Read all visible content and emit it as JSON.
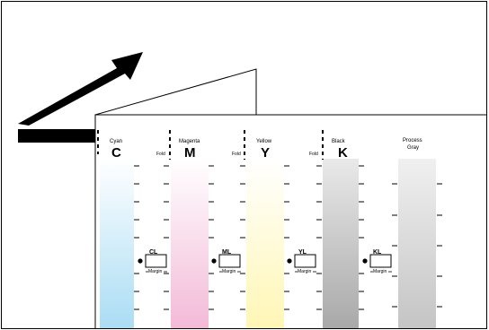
{
  "colors": {
    "line": "#000000",
    "cyan": "#b9e4f7",
    "magenta": "#f4c3dd",
    "yellow": "#fff8c2",
    "black": "#c0c0c0",
    "gray": "#d8d8d8"
  },
  "fold_label": "Fold",
  "margin_label": "Margin",
  "columns": [
    {
      "name": "Cyan",
      "letter": "C",
      "code": "CL"
    },
    {
      "name": "Magenta",
      "letter": "M",
      "code": "ML"
    },
    {
      "name": "Yellow",
      "letter": "Y",
      "code": "YL"
    },
    {
      "name": "Black",
      "letter": "K",
      "code": "KL"
    }
  ],
  "process_gray": {
    "line1": "Process",
    "line2": "Gray"
  }
}
